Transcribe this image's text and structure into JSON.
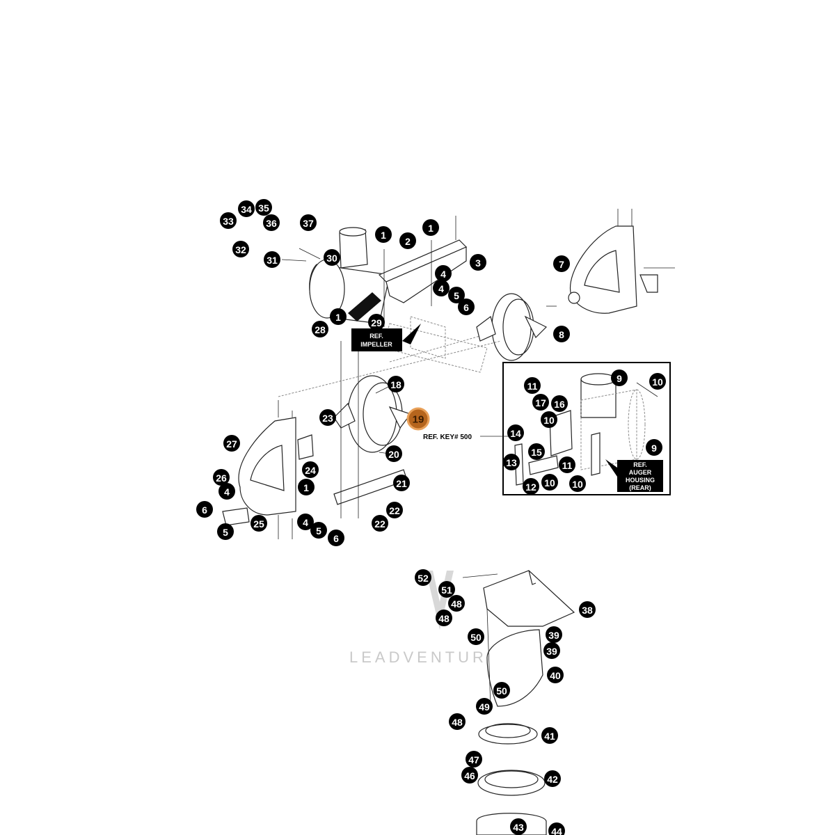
{
  "watermark": "LEADVENTURE",
  "ref_labels": {
    "impeller": [
      "REF.",
      "IMPELLER"
    ],
    "auger_housing": [
      "REF.",
      "AUGER",
      "HOUSING",
      "(REAR)"
    ]
  },
  "ref_key": "REF. KEY# 500",
  "highlight_color": "#b5651d",
  "callouts": [
    {
      "n": "33"
    },
    {
      "n": "34"
    },
    {
      "n": "35"
    },
    {
      "n": "36"
    },
    {
      "n": "37"
    },
    {
      "n": "32"
    },
    {
      "n": "31"
    },
    {
      "n": "30"
    },
    {
      "n": "1"
    },
    {
      "n": "2"
    },
    {
      "n": "1"
    },
    {
      "n": "3"
    },
    {
      "n": "4"
    },
    {
      "n": "4"
    },
    {
      "n": "5"
    },
    {
      "n": "6"
    },
    {
      "n": "7"
    },
    {
      "n": "8"
    },
    {
      "n": "1"
    },
    {
      "n": "29"
    },
    {
      "n": "28"
    },
    {
      "n": "18"
    },
    {
      "n": "19",
      "highlight": true
    },
    {
      "n": "23"
    },
    {
      "n": "27"
    },
    {
      "n": "24"
    },
    {
      "n": "20"
    },
    {
      "n": "21"
    },
    {
      "n": "26"
    },
    {
      "n": "1"
    },
    {
      "n": "4"
    },
    {
      "n": "6"
    },
    {
      "n": "25"
    },
    {
      "n": "5"
    },
    {
      "n": "22"
    },
    {
      "n": "22"
    },
    {
      "n": "4"
    },
    {
      "n": "5"
    },
    {
      "n": "6"
    },
    {
      "n": "9"
    },
    {
      "n": "10"
    },
    {
      "n": "11"
    },
    {
      "n": "17"
    },
    {
      "n": "16"
    },
    {
      "n": "10"
    },
    {
      "n": "14"
    },
    {
      "n": "15"
    },
    {
      "n": "13"
    },
    {
      "n": "11"
    },
    {
      "n": "12"
    },
    {
      "n": "10"
    },
    {
      "n": "10"
    },
    {
      "n": "9"
    },
    {
      "n": "52"
    },
    {
      "n": "51"
    },
    {
      "n": "48"
    },
    {
      "n": "48"
    },
    {
      "n": "50"
    },
    {
      "n": "38"
    },
    {
      "n": "39"
    },
    {
      "n": "39"
    },
    {
      "n": "40"
    },
    {
      "n": "50"
    },
    {
      "n": "49"
    },
    {
      "n": "48"
    },
    {
      "n": "41"
    },
    {
      "n": "47"
    },
    {
      "n": "46"
    },
    {
      "n": "42"
    },
    {
      "n": "43"
    },
    {
      "n": "44"
    }
  ]
}
